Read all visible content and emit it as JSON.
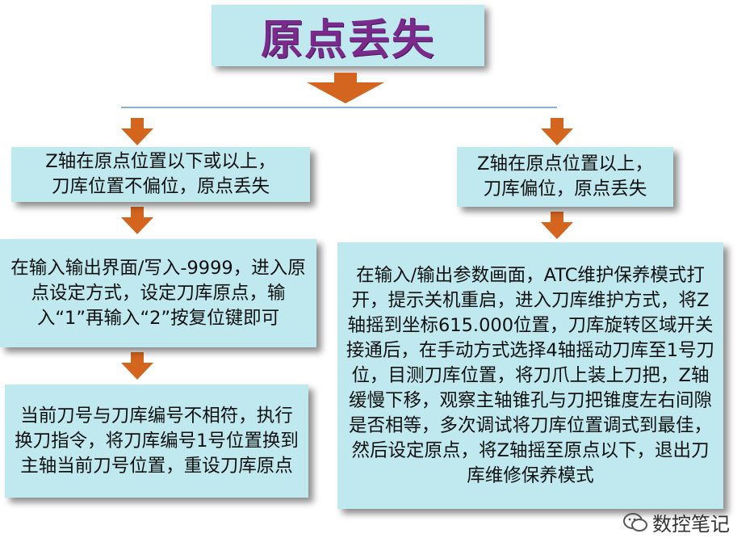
{
  "title": "原点丢失",
  "left": {
    "condition": "Z轴在原点位置以下或以上，\n刀库位置不偏位，原点丢失",
    "step1": "在输入输出界面/写入-9999，进入原点设定方式，设定刀库原点，输入“1”再输入“2”按复位键即可",
    "step2": "当前刀号与刀库编号不相符，执行换刀指令，将刀库编号1号位置换到主轴当前刀号位置，重设刀库原点"
  },
  "right": {
    "condition": "Z轴在原点位置以上，\n刀库偏位，原点丢失",
    "step1": "在输入/输出参数画面，ATC维护保养模式打开，提示关机重启，进入刀库维护方式，将Z轴摇到坐标615.000位置，刀库旋转区域开关接通后，在手动方式选择4轴摇动刀库至1号刀位，目测刀库位置，将刀爪上装上刀把，Z轴缓慢下移，观察主轴锥孔与刀把锥度左右间隙是否相等，多次调试将刀库位置调式到最佳，然后设定原点，将Z轴摇至原点以下，退出刀库维修保养模式"
  },
  "watermark": "数控笔记",
  "colors": {
    "box": "#bfe8ef",
    "arrow": "#d4651f",
    "title_text": "#7a2a8a"
  }
}
